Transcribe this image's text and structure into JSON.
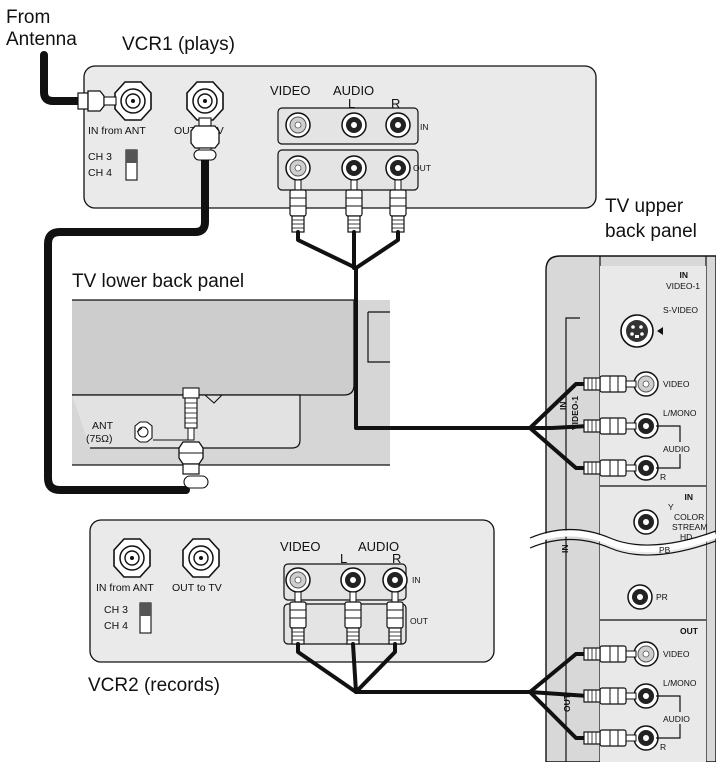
{
  "labels": {
    "from_antenna": [
      "From",
      "Antenna"
    ],
    "vcr1_title": "VCR1 (plays)",
    "vcr2_title": "VCR2 (records)",
    "tv_upper": [
      "TV upper",
      "back panel"
    ],
    "tv_lower": "TV lower back panel"
  },
  "vcr1": {
    "in_from_ant": "IN from ANT",
    "out_to_tv": "OUT to TV",
    "ch3": "CH 3",
    "ch4": "CH 4",
    "video": "VIDEO",
    "audio": "AUDIO",
    "l": "L",
    "r": "R",
    "in": "IN",
    "out": "OUT"
  },
  "vcr2": {
    "in_from_ant": "IN from ANT",
    "out_to_tv": "OUT to TV",
    "ch3": "CH 3",
    "ch4": "CH 4",
    "video": "VIDEO",
    "audio": "AUDIO",
    "l": "L",
    "r": "R",
    "in": "IN",
    "out": "OUT"
  },
  "tv_lower": {
    "ant": "ANT",
    "ohm": "(75Ω)"
  },
  "tv_upper": {
    "in_video1": [
      "IN",
      "VIDEO-1"
    ],
    "svideo": "S-VIDEO",
    "video": "VIDEO",
    "lmono": "L/MONO",
    "audio": "AUDIO",
    "r": "R",
    "in_side": "IN",
    "video1_side": "VIDEO-1",
    "in2": "IN",
    "y": "Y",
    "color_stream": [
      "COLOR",
      "STREAM",
      "HD"
    ],
    "pb": "PB",
    "pr": "PR",
    "in_side2": "IN",
    "out_header": "OUT",
    "out_video": "VIDEO",
    "out_lmono": "L/MONO",
    "out_audio": "AUDIO",
    "out_r": "R",
    "out_side": "OUT"
  }
}
